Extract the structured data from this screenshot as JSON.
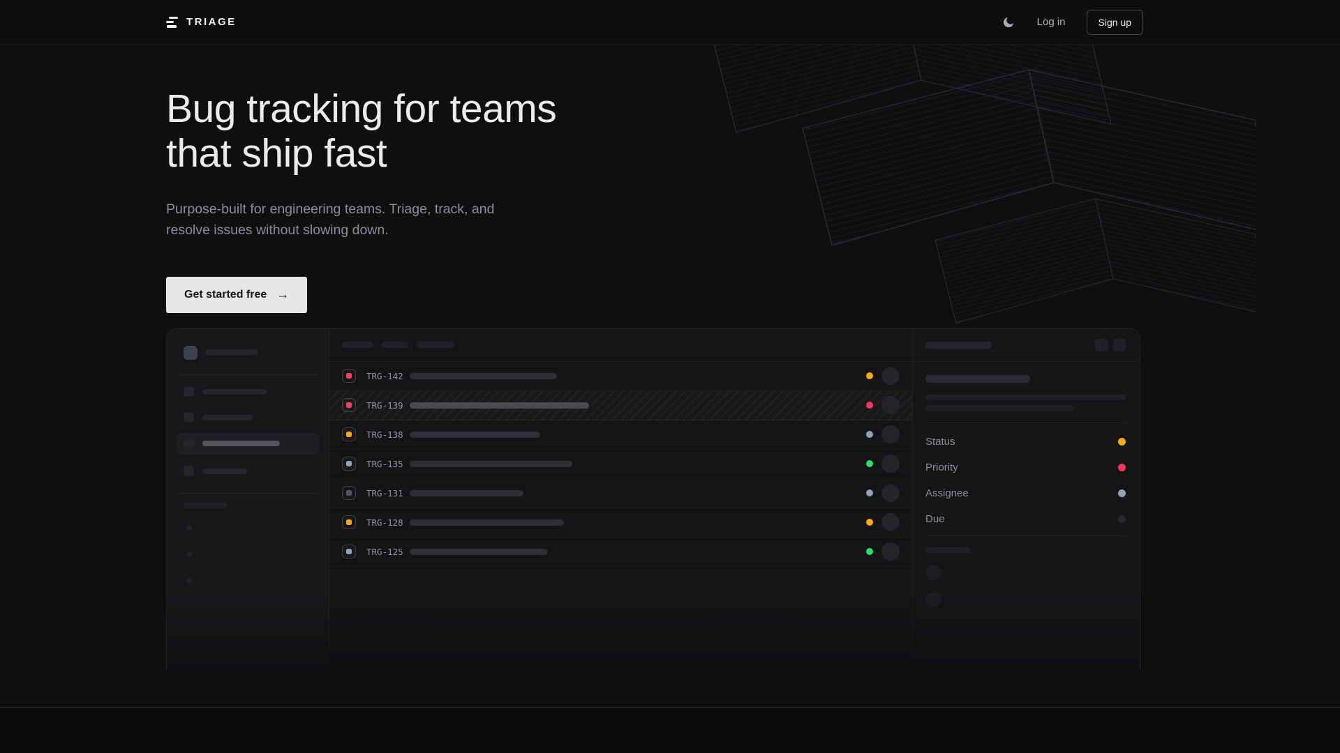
{
  "nav": {
    "brand": "TRIAGE",
    "theme_toggle_icon": "moon-icon",
    "login_label": "Log in",
    "signup_label": "Sign up"
  },
  "hero": {
    "title_line1": "Bug tracking for teams",
    "title_line2": "that ship fast",
    "subtitle_line1": "Purpose-built for engineering teams. Triage, track, and",
    "subtitle_line2": "resolve issues without slowing down.",
    "cta_label": "Get started free",
    "cta_arrow": "→"
  },
  "mockup": {
    "issues": [
      {
        "id": "TRG-142",
        "icon_color": "#f43f5e",
        "status_color": "#f7a91e",
        "title_width": 211,
        "selected": false
      },
      {
        "id": "TRG-139",
        "icon_color": "#f43f5e",
        "status_color": "#f2365f",
        "title_width": 257,
        "selected": true
      },
      {
        "id": "TRG-138",
        "icon_color": "#f6a623",
        "status_color": "#93a1b5",
        "title_width": 187,
        "selected": false
      },
      {
        "id": "TRG-135",
        "icon_color": "#93a1b5",
        "status_color": "#2ede6e",
        "title_width": 233,
        "selected": false
      },
      {
        "id": "TRG-131",
        "icon_color": "#55555e",
        "status_color": "#93a1b5",
        "title_width": 163,
        "selected": false
      },
      {
        "id": "TRG-128",
        "icon_color": "#f6a623",
        "status_color": "#f7a91e",
        "title_width": 221,
        "selected": false
      },
      {
        "id": "TRG-125",
        "icon_color": "#93a1b5",
        "status_color": "#2ede6e",
        "title_width": 198,
        "selected": false
      }
    ],
    "detail_fields": [
      {
        "label": "Status",
        "color": "#f7a91e"
      },
      {
        "label": "Priority",
        "color": "#f2365f"
      },
      {
        "label": "Assignee",
        "color": "#93a1b5"
      },
      {
        "label": "Due",
        "color": "#27272c"
      }
    ]
  },
  "colors": {
    "page_bg": "#0f0f12",
    "card_bg": "#141417",
    "accent_amber": "#f7a91e",
    "accent_pink": "#f2365f",
    "accent_green": "#2ede6e",
    "accent_lavender": "#93a1b5",
    "cta_bg": "#e7e7e5"
  }
}
